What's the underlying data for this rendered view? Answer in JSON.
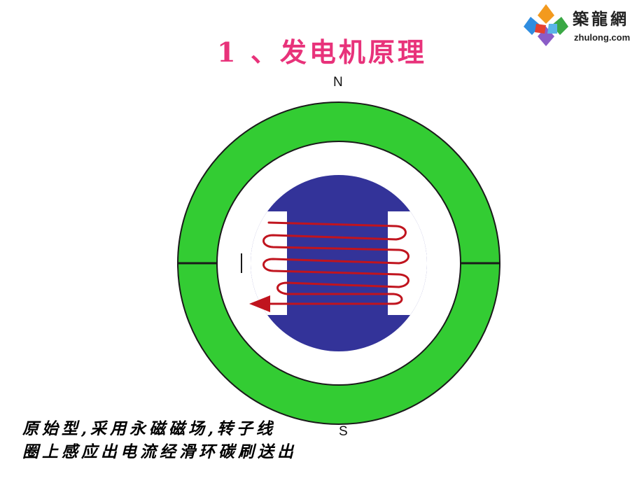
{
  "title": "1 、发电机原理",
  "poles": {
    "north": "N",
    "south": "S"
  },
  "caption": {
    "line1": "原始型,采用永磁磁场,转子线",
    "line2": "圈上感应出电流经滑环碳刷送出"
  },
  "logo": {
    "chinese": "築龍網",
    "english": "zhulong.com"
  },
  "colors": {
    "title": "#e8327a",
    "stator": "#33cc33",
    "rotor": "#333399",
    "coil": "#c0141e"
  }
}
